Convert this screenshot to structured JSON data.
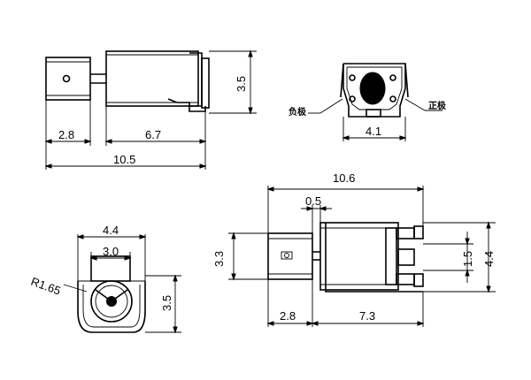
{
  "side_view": {
    "body_height": "3.5",
    "head_length": "2.8",
    "body_length": "6.7",
    "total_length": "10.5"
  },
  "end_view": {
    "negative_label": "负极",
    "positive_label": "正极",
    "width": "4.1"
  },
  "front_view": {
    "outer_width": "4.4",
    "inner_width": "3.0",
    "radius": "R1.65",
    "height": "3.5"
  },
  "top_view": {
    "total_length": "10.6",
    "gap": "0.5",
    "head_height": "3.3",
    "terminal_pitch": "1.5",
    "overall_height": "4.4",
    "head_length": "2.8",
    "body_length": "7.3"
  }
}
